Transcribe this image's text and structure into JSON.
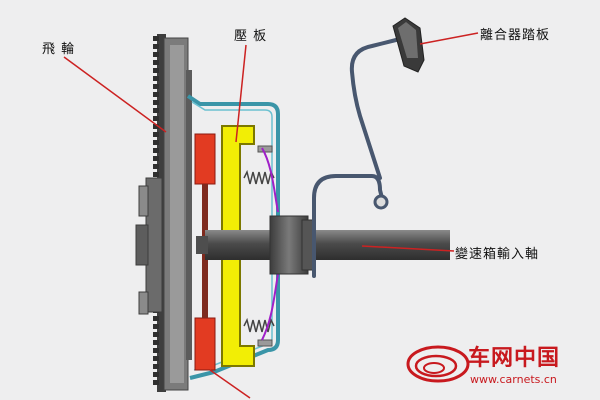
{
  "labels": {
    "flywheel": "飛 輪",
    "pressure_plate": "壓 板",
    "clutch_pedal": "離合器踏板",
    "transmission_input_shaft": "變速箱輸入軸"
  },
  "watermark": {
    "brand": "车网中国",
    "url": "www.carnets.cn"
  },
  "colors": {
    "background": "#eeeeef",
    "flywheel": "#555555",
    "housing_outline": "#3a95a8",
    "pressure_plate": "#f2ee05",
    "friction_pads": "#e23b22",
    "diaphragm_spring": "#a020c8",
    "leader_line": "#cc2222",
    "shaft": "#5a5a5a",
    "pedal_linkage": "#48576f",
    "brand_red": "#c8191e"
  }
}
